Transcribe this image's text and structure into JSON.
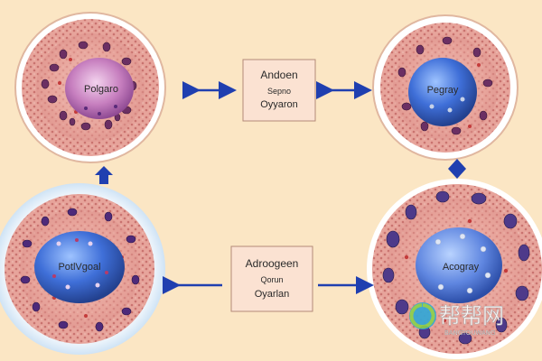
{
  "cells": {
    "top_left": {
      "label": "Polgaro"
    },
    "top_right": {
      "label": "Pegray"
    },
    "bottom_left": {
      "label": "PotlVgoal"
    },
    "bottom_right": {
      "label": "Acogray"
    }
  },
  "boxes": {
    "top": {
      "line1": "Andoen",
      "line2": "Sepno",
      "line3": "Oyyaron"
    },
    "bottom": {
      "line1": "Adroogeen",
      "line2": "Qorun",
      "line3": "Oyarlan"
    }
  },
  "watermark": {
    "brand": "帮帮网",
    "sub": "BANGYOUWANG"
  },
  "colors": {
    "background": "#fbe6c4",
    "arrow": "#1f3fb0",
    "nucleus_pink": "#c77fbf",
    "nucleus_blue": "#3f6fd8",
    "cytoplasm": "#e8a39a",
    "box_fill": "#fbe2d2",
    "box_border": "#b38a78"
  }
}
